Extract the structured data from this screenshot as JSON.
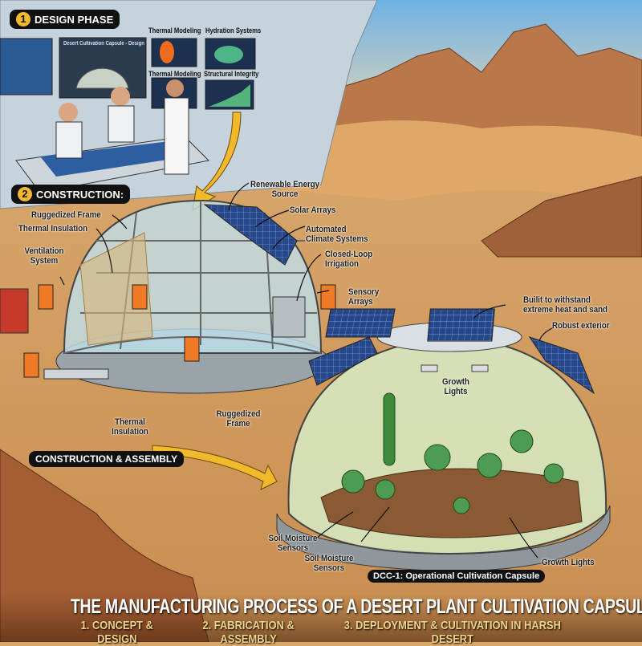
{
  "design_phase": {
    "number": "1",
    "label": "DESIGN PHASE",
    "screens": {
      "main": "Desert Cultivation Capsule - Design",
      "thermal_1": "Thermal Modeling",
      "hydration": "Hydration Systems",
      "thermal_2": "Thermal Modeling",
      "structural": "Structural Integrity"
    }
  },
  "construction": {
    "number": "2",
    "label": "CONSTRUCTION:",
    "callouts": [
      "Renewable Energy Source",
      "Solar Arrays",
      "Automated Climate Systems",
      "Closed-Loop Irrigation",
      "Sensory Arrays",
      "Ruggedized Frame",
      "Thermal Insulation",
      "Ventilation System",
      "Thermal Insulation",
      "Ruggedized Frame"
    ],
    "banner": "CONSTRUCTION & ASSEMBLY"
  },
  "capsule": {
    "callouts": [
      "Builit to withstand extreme heat and sand",
      "Robust exterior",
      "Growth Lights",
      "Soil Moisture Sensors",
      "Soil Moisture Sensors",
      "Growth Lights"
    ],
    "banner": "DCC-1: Operational Cultivation Capsule"
  },
  "footer": {
    "title": "THE MANUFACTURING PROCESS OF A DESERT PLANT CULTIVATION CAPSULE",
    "steps": [
      "1. CONCEPT & DESIGN",
      "2. FABRICATION & ASSEMBLY",
      "3. DEPLOYMENT & CULTIVATION IN HARSH DESERT"
    ]
  },
  "colors": {
    "sky": "#8cc3e6",
    "sand": "#d9a767",
    "mountain": "#b9774a",
    "accent": "#f2b92c",
    "panel": "#1f3f7a"
  }
}
